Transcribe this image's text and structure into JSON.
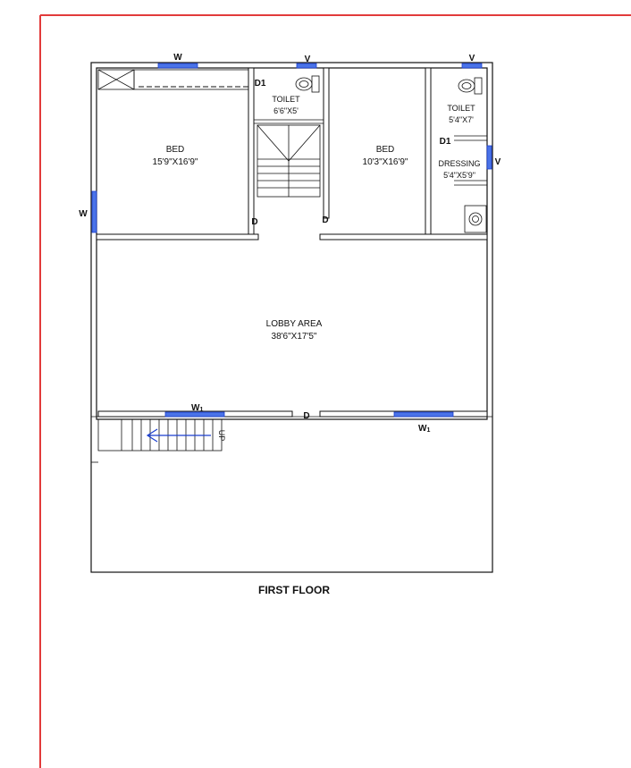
{
  "drawing": {
    "title": "FIRST FLOOR",
    "accent_border_color": "#e23b3b",
    "window_color": "#4a73e8"
  },
  "rooms": {
    "bed1": {
      "name": "BED",
      "size": "15'9\"X16'9\""
    },
    "toilet1": {
      "name": "TOILET",
      "size": "6'6\"X5'"
    },
    "bed2": {
      "name": "BED",
      "size": "10'3\"X16'9\""
    },
    "toilet2": {
      "name": "TOILET",
      "size": "5'4\"X7'"
    },
    "dressing": {
      "name": "DRESSING",
      "size": "5'4\"X5'9\""
    },
    "lobby": {
      "name": "LOBBY AREA",
      "size": "38'6\"X17'5\""
    }
  },
  "tags": {
    "w_top": "W",
    "w_left": "W",
    "v_top1": "V",
    "v_top2": "V",
    "v_right": "V",
    "d1_a": "D1",
    "d1_b": "D1",
    "d_left": "D",
    "d_right": "D",
    "d_lobby": "D",
    "w1_left": "W",
    "w1_left_sub": "1",
    "w1_right": "W",
    "w1_right_sub": "1",
    "stair_up": "UP"
  }
}
